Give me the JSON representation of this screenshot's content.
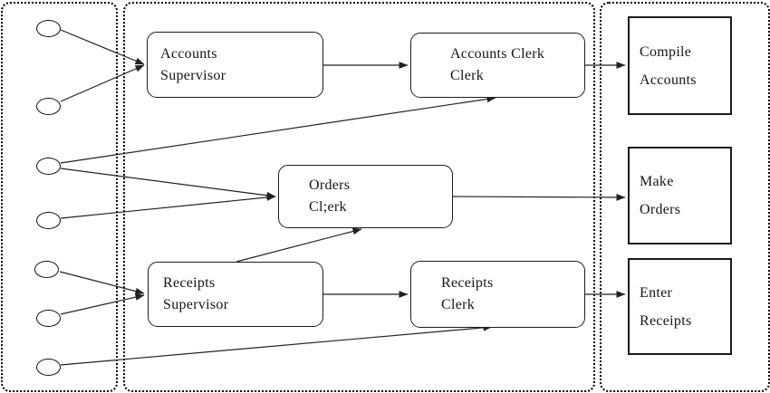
{
  "diagram_type": "role-activity assignment diagram",
  "colors": {
    "stroke": "#1c1c1c",
    "background": "#ffffff"
  },
  "actors": [
    "actor-1",
    "actor-2",
    "actor-3",
    "actor-4",
    "actor-5",
    "actor-6",
    "actor-7"
  ],
  "roles": [
    {
      "id": "accounts-supervisor",
      "line1": "Accounts",
      "line2": "Supervisor"
    },
    {
      "id": "accounts-clerk",
      "line1": "Accounts Clerk",
      "line2": "Clerk"
    },
    {
      "id": "orders-clerk",
      "line1": "Orders",
      "line2": "Cl;erk"
    },
    {
      "id": "receipts-supervisor",
      "line1": "Receipts",
      "line2": "Supervisor"
    },
    {
      "id": "receipts-clerk",
      "line1": "Receipts",
      "line2": "Clerk"
    }
  ],
  "tasks": [
    {
      "id": "compile-accounts",
      "line1": "Compile",
      "line2": "Accounts"
    },
    {
      "id": "make-orders",
      "line1": "Make",
      "line2": "Orders"
    },
    {
      "id": "enter-receipts",
      "line1": "Enter",
      "line2": "Receipts"
    }
  ],
  "connections": [
    {
      "from": "actor-1",
      "to": "accounts-supervisor"
    },
    {
      "from": "actor-2",
      "to": "accounts-supervisor"
    },
    {
      "from": "accounts-supervisor",
      "to": "accounts-clerk"
    },
    {
      "from": "accounts-clerk",
      "to": "compile-accounts"
    },
    {
      "from": "actor-3",
      "to": "accounts-clerk"
    },
    {
      "from": "actor-3",
      "to": "orders-clerk"
    },
    {
      "from": "actor-4",
      "to": "orders-clerk"
    },
    {
      "from": "orders-clerk",
      "to": "make-orders"
    },
    {
      "from": "receipts-supervisor",
      "to": "orders-clerk"
    },
    {
      "from": "actor-5",
      "to": "receipts-supervisor"
    },
    {
      "from": "actor-6",
      "to": "receipts-supervisor"
    },
    {
      "from": "receipts-supervisor",
      "to": "receipts-clerk"
    },
    {
      "from": "receipts-clerk",
      "to": "enter-receipts"
    },
    {
      "from": "actor-7",
      "to": "receipts-clerk"
    }
  ]
}
